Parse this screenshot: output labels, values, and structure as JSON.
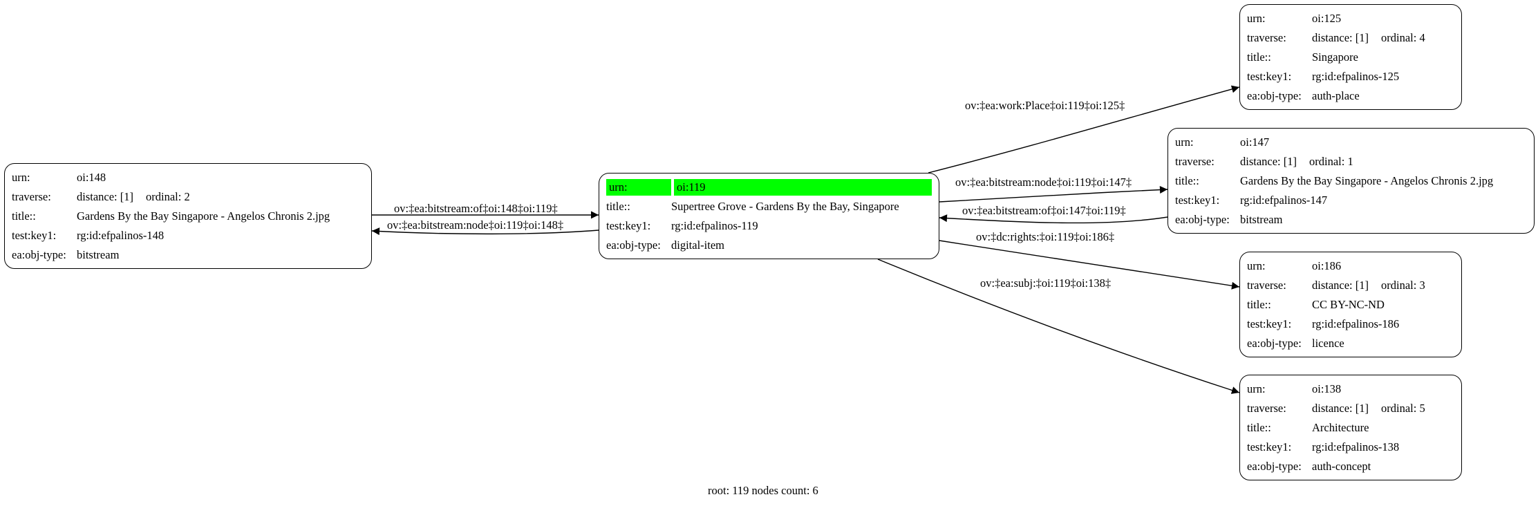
{
  "nodes": {
    "n119": {
      "urn_key": "urn:",
      "urn": "oi:119",
      "title_key": "title::",
      "title": "Supertree Grove - Gardens By the Bay, Singapore",
      "key1_key": "test:key1:",
      "key1": "rg:id:efpalinos-119",
      "type_key": "ea:obj-type:",
      "type": "digital-item"
    },
    "n148": {
      "urn_key": "urn:",
      "urn": "oi:148",
      "traverse_key": "traverse:",
      "distance": "distance: [1]",
      "ordinal": "ordinal: 2",
      "title_key": "title::",
      "title": "Gardens By the Bay Singapore - Angelos Chronis 2.jpg",
      "key1_key": "test:key1:",
      "key1": "rg:id:efpalinos-148",
      "type_key": "ea:obj-type:",
      "type": "bitstream"
    },
    "n125": {
      "urn_key": "urn:",
      "urn": "oi:125",
      "traverse_key": "traverse:",
      "distance": "distance: [1]",
      "ordinal": "ordinal: 4",
      "title_key": "title::",
      "title": "Singapore",
      "key1_key": "test:key1:",
      "key1": "rg:id:efpalinos-125",
      "type_key": "ea:obj-type:",
      "type": "auth-place"
    },
    "n147": {
      "urn_key": "urn:",
      "urn": "oi:147",
      "traverse_key": "traverse:",
      "distance": "distance: [1]",
      "ordinal": "ordinal: 1",
      "title_key": "title::",
      "title": "Gardens By the Bay Singapore - Angelos Chronis 2.jpg",
      "key1_key": "test:key1:",
      "key1": "rg:id:efpalinos-147",
      "type_key": "ea:obj-type:",
      "type": "bitstream"
    },
    "n186": {
      "urn_key": "urn:",
      "urn": "oi:186",
      "traverse_key": "traverse:",
      "distance": "distance: [1]",
      "ordinal": "ordinal: 3",
      "title_key": "title::",
      "title": "CC BY-NC-ND",
      "key1_key": "test:key1:",
      "key1": "rg:id:efpalinos-186",
      "type_key": "ea:obj-type:",
      "type": "licence"
    },
    "n138": {
      "urn_key": "urn:",
      "urn": "oi:138",
      "traverse_key": "traverse:",
      "distance": "distance: [1]",
      "ordinal": "ordinal: 5",
      "title_key": "title::",
      "title": "Architecture",
      "key1_key": "test:key1:",
      "key1": "rg:id:efpalinos-138",
      "type_key": "ea:obj-type:",
      "type": "auth-concept"
    }
  },
  "edges": {
    "e_148_119": "ov:‡ea:bitstream:of‡oi:148‡oi:119‡",
    "e_119_148": "ov:‡ea:bitstream:node‡oi:119‡oi:148‡",
    "e_119_125": "ov:‡ea:work:Place‡oi:119‡oi:125‡",
    "e_119_147": "ov:‡ea:bitstream:node‡oi:119‡oi:147‡",
    "e_147_119": "ov:‡ea:bitstream:of‡oi:147‡oi:119‡",
    "e_119_186": "ov:‡dc:rights:‡oi:119‡oi:186‡",
    "e_119_138": "ov:‡ea:subj:‡oi:119‡oi:138‡"
  },
  "footer": "root: 119 nodes count: 6"
}
